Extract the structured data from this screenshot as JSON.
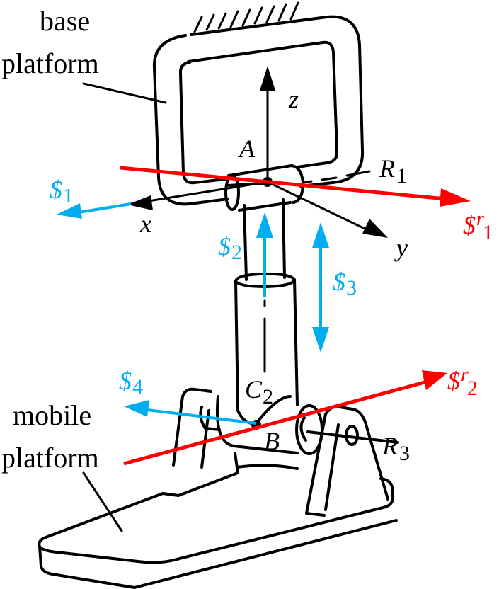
{
  "diagram": {
    "title": "Mechanism schematic with base platform, mobile platform and screw axes",
    "colors": {
      "structure": "#000000",
      "motion_screw": "#00aeef",
      "constraint_screw": "#ff0000",
      "background": "#ffffff"
    },
    "labels": {
      "base_platform_line1": "base",
      "base_platform_line2": "platform",
      "mobile_platform_line1": "mobile",
      "mobile_platform_line2": "platform",
      "point_a": "A",
      "point_b": "B",
      "point_c": "C",
      "point_c_sub": "2",
      "axis_x": "x",
      "axis_y": "y",
      "axis_z": "z",
      "joint_r1": "R",
      "joint_r1_sub": "1",
      "joint_r3": "R",
      "joint_r3_sub": "3"
    },
    "motion_screws": [
      {
        "symbol": "$",
        "sub": "1"
      },
      {
        "symbol": "$",
        "sub": "2"
      },
      {
        "symbol": "$",
        "sub": "3"
      },
      {
        "symbol": "$",
        "sub": "4"
      }
    ],
    "constraint_screws": [
      {
        "symbol": "$",
        "sup": "r",
        "sub": "1"
      },
      {
        "symbol": "$",
        "sup": "r",
        "sub": "2"
      }
    ]
  }
}
